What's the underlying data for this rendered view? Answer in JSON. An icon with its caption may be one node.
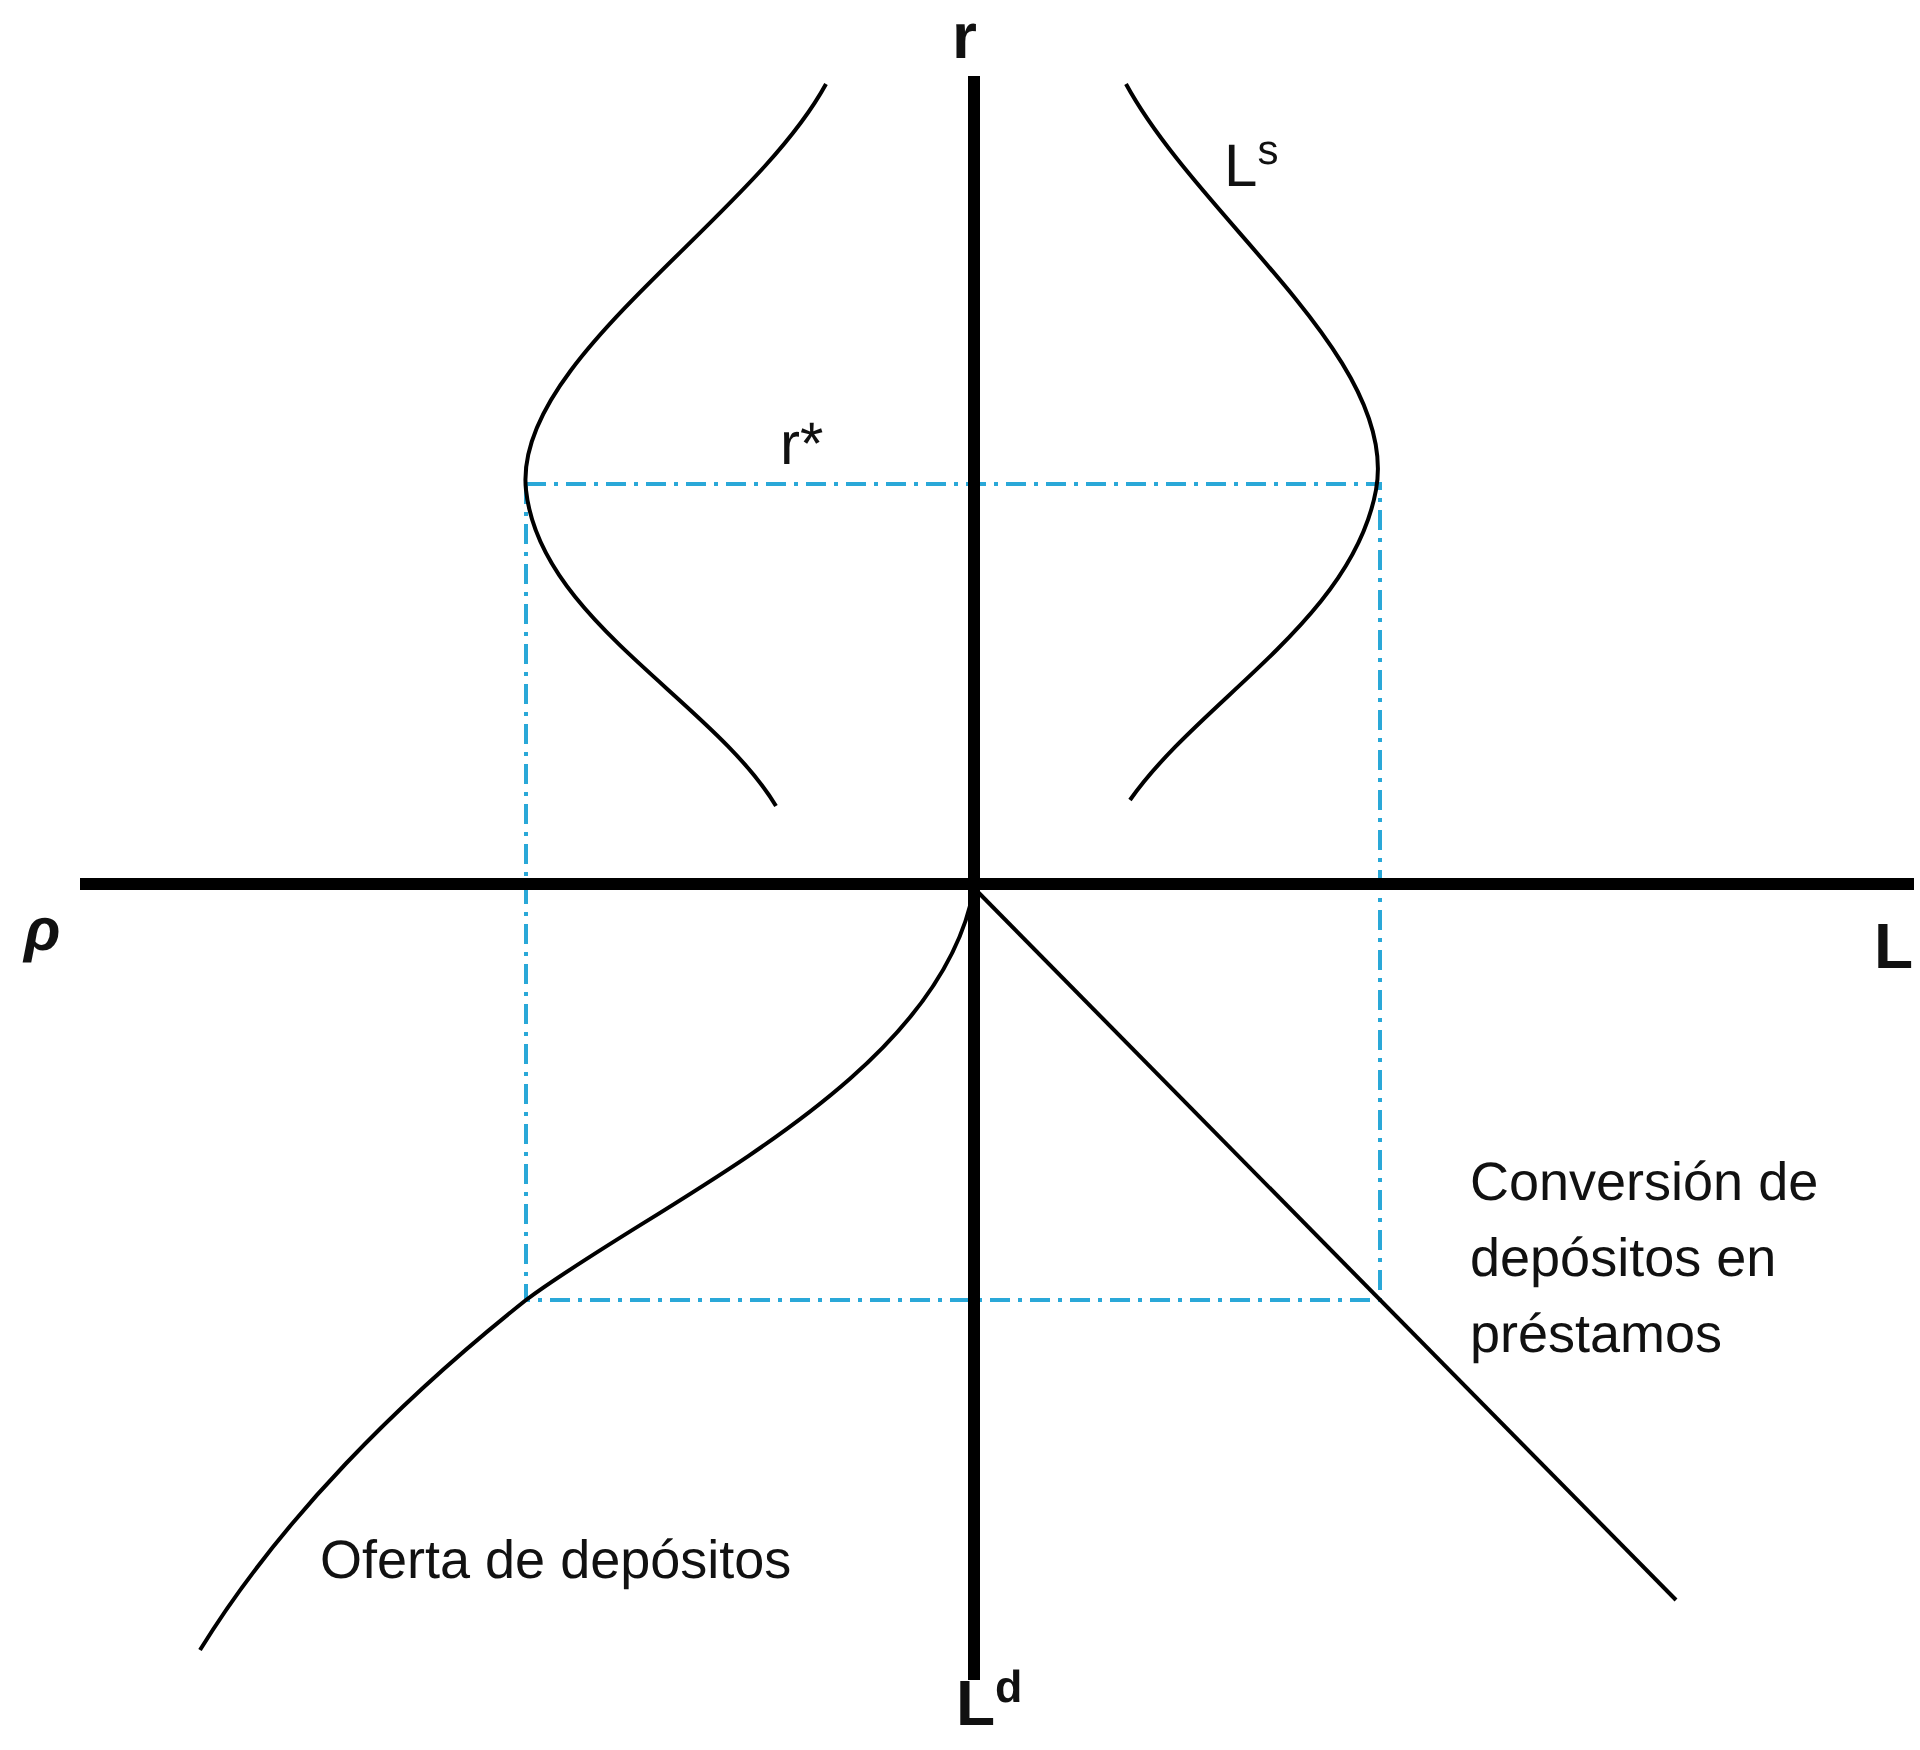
{
  "diagram": {
    "labels": [
      "r",
      "L$^{s}$",
      "r*",
      "ρ",
      "L",
      "Conversión de depósitos en préstamos",
      "Oferta de depósitos",
      "L$^{d}$"
    ]
  }
}
